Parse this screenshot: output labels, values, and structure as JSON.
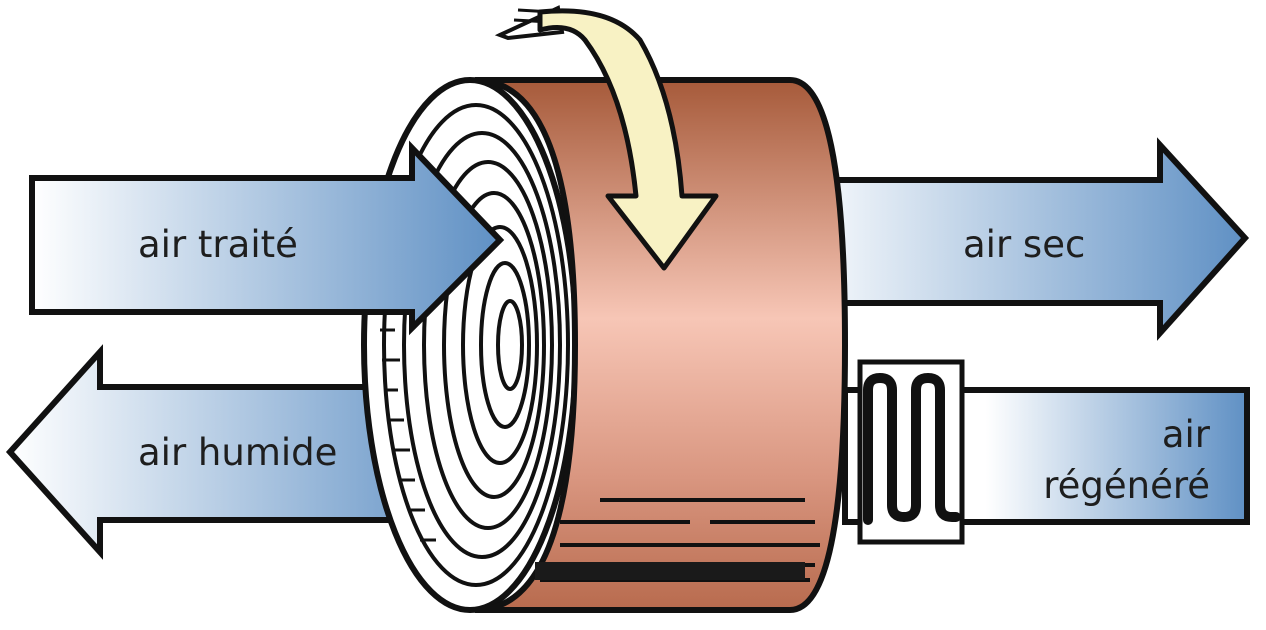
{
  "labels": {
    "treated_air": "air traité",
    "dry_air": "air sec",
    "humid_air": "air humide",
    "regen_air_line1": "air",
    "regen_air_line2": "régénéré"
  },
  "colors": {
    "arrow_blue": "#5f90c4",
    "arrow_light": "#ffffff",
    "wheel_copper_dark": "#9c5638",
    "wheel_copper_light": "#f6c2b2",
    "rotation_arrow": "#f8f2c4",
    "outline": "#111111"
  }
}
